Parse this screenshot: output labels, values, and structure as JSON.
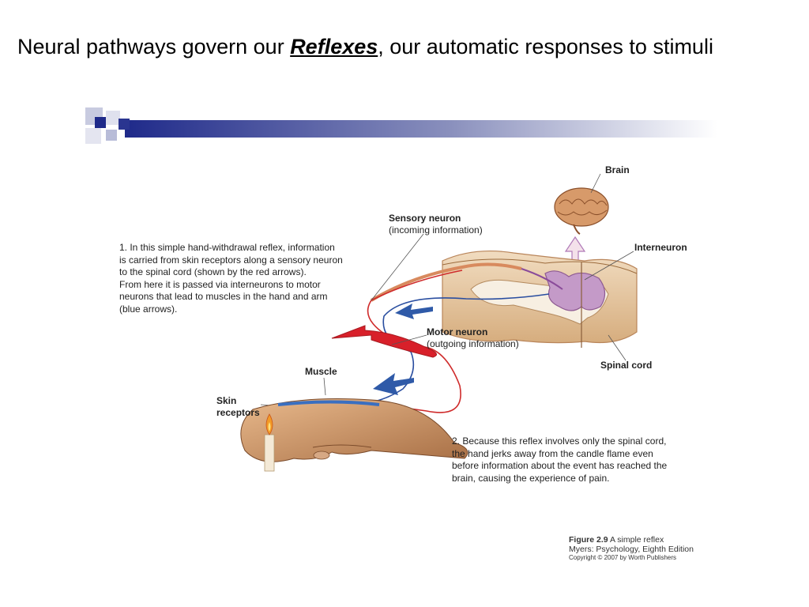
{
  "title": {
    "prefix": "Neural pathways govern our ",
    "keyword": "Reflexes",
    "suffix": ", our automatic responses to stimuli"
  },
  "labels": {
    "brain": "Brain",
    "sensory_neuron": "Sensory neuron",
    "sensory_neuron_sub": "(incoming information)",
    "interneuron": "Interneuron",
    "motor_neuron": "Motor neuron",
    "motor_neuron_sub": "(outgoing information)",
    "spinal_cord": "Spinal cord",
    "muscle": "Muscle",
    "skin_receptors_1": "Skin",
    "skin_receptors_2": "receptors"
  },
  "step1": {
    "lines": [
      "1. In this simple hand-withdrawal reflex, information",
      "is carried from skin receptors along a sensory neuron",
      "to the spinal cord (shown by the red arrows).",
      "From here it is passed via interneurons to motor",
      "neurons that lead to muscles in the hand and arm",
      "(blue arrows)."
    ]
  },
  "step2": {
    "lines": [
      "2. Because this reflex involves only the spinal cord,",
      "the hand jerks away from the candle flame even",
      "before information about the event has reached the",
      "brain, causing the experience of pain."
    ]
  },
  "caption": {
    "figure_label": "Figure 2.9",
    "figure_title": "A simple reflex",
    "source": "Myers: Psychology, Eighth Edition",
    "copyright": "Copyright © 2007 by Worth Publishers"
  },
  "colors": {
    "title_bar_start": "#1f2a8a",
    "title_bar_end": "#ffffff",
    "sensory_arrow": "#d8202a",
    "motor_arrow": "#2f5aa8",
    "interneuron": "#b07ab8",
    "spinal_cord": "#e8c9a0",
    "skin": "#c98f60"
  }
}
